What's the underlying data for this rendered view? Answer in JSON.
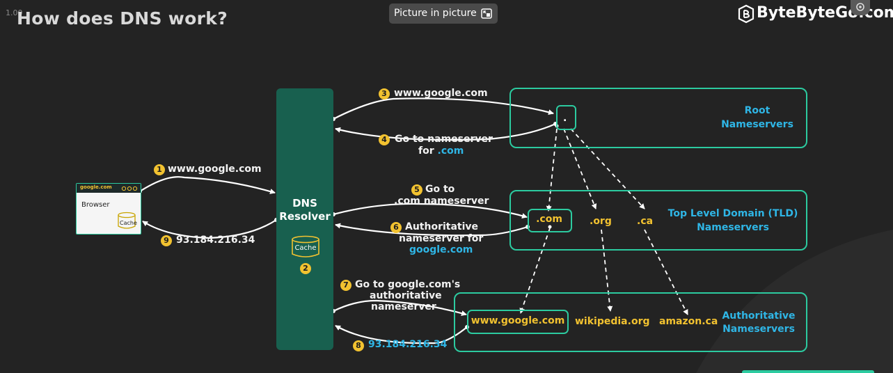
{
  "header": {
    "title": "How does DNS work?",
    "zoom_level": "1.00",
    "pip_label": "Picture in picture",
    "brand": "ByteByteGo.com"
  },
  "browser": {
    "bar_text": "google.com",
    "label": "Browser",
    "cache": "Cache"
  },
  "resolver": {
    "title_line1": "DNS",
    "title_line2": "Resolver",
    "cache": "Cache",
    "cache_step": "2"
  },
  "root_ns": {
    "label_line1": "Root",
    "label_line2": "Nameservers",
    "dot": "."
  },
  "tld_ns": {
    "label_line1": "Top Level Domain (TLD)",
    "label_line2": "Nameservers",
    "items": [
      ".com",
      ".org",
      ".ca"
    ]
  },
  "auth_ns": {
    "label_line1": "Authoritative",
    "label_line2": "Nameservers",
    "items": [
      "www.google.com",
      "wikipedia.org",
      "amazon.ca"
    ]
  },
  "steps": {
    "s1": {
      "num": "1",
      "text": "www.google.com"
    },
    "s3": {
      "num": "3",
      "text": "www.google.com"
    },
    "s4": {
      "num": "4",
      "line1": "Go to nameserver",
      "line2a": "for ",
      "line2b": ".com"
    },
    "s5": {
      "num": "5",
      "line1": "Go to",
      "line2": ".com nameserver"
    },
    "s6": {
      "num": "6",
      "line1": "Authoritative",
      "line2": "nameserver for",
      "line3": "google.com"
    },
    "s7": {
      "num": "7",
      "line1": "Go to google.com's",
      "line2": "authoritative",
      "line3": "nameserver"
    },
    "s8": {
      "num": "8",
      "text": "93.184.216.34"
    },
    "s9": {
      "num": "9",
      "text": "93.184.216.34"
    }
  },
  "colors": {
    "background": "#232323",
    "accent_green": "#2ccba0",
    "resolver_fill": "#18604f",
    "highlight_yellow": "#f2c230",
    "highlight_blue": "#2fb6e6"
  }
}
